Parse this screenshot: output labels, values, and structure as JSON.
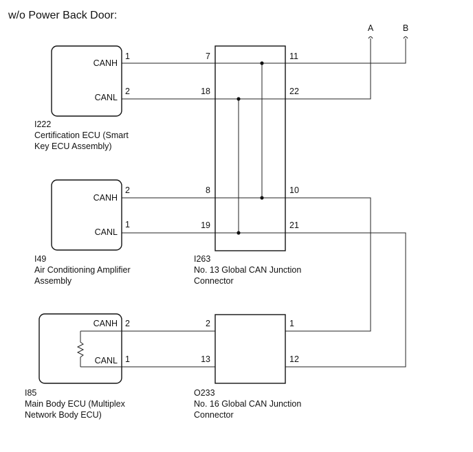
{
  "title": "w/o Power Back Door:",
  "terminals": {
    "a": "A",
    "b": "B"
  },
  "i222": {
    "canh": "CANH",
    "canl": "CANL",
    "pin_canh": "1",
    "pin_canl": "2",
    "code": "I222",
    "name1": "Certification ECU (Smart",
    "name2": "Key ECU Assembly)"
  },
  "i49": {
    "canh": "CANH",
    "canl": "CANL",
    "pin_canh": "2",
    "pin_canl": "1",
    "code": "I49",
    "name1": "Air Conditioning Amplifier",
    "name2": "Assembly"
  },
  "i85": {
    "canh": "CANH",
    "canl": "CANL",
    "pin_canh": "2",
    "pin_canl": "1",
    "code": "I85",
    "name1": "Main Body ECU (Multiplex",
    "name2": "Network Body ECU)"
  },
  "i263": {
    "pins": {
      "p7": "7",
      "p18": "18",
      "p8": "8",
      "p19": "19",
      "p11": "11",
      "p22": "22",
      "p10": "10",
      "p21": "21"
    },
    "code": "I263",
    "name1": "No. 13 Global CAN Junction",
    "name2": "Connector"
  },
  "o233": {
    "pins": {
      "p2": "2",
      "p13": "13",
      "p1": "1",
      "p12": "12"
    },
    "code": "O233",
    "name1": "No. 16 Global CAN Junction",
    "name2": "Connector"
  }
}
